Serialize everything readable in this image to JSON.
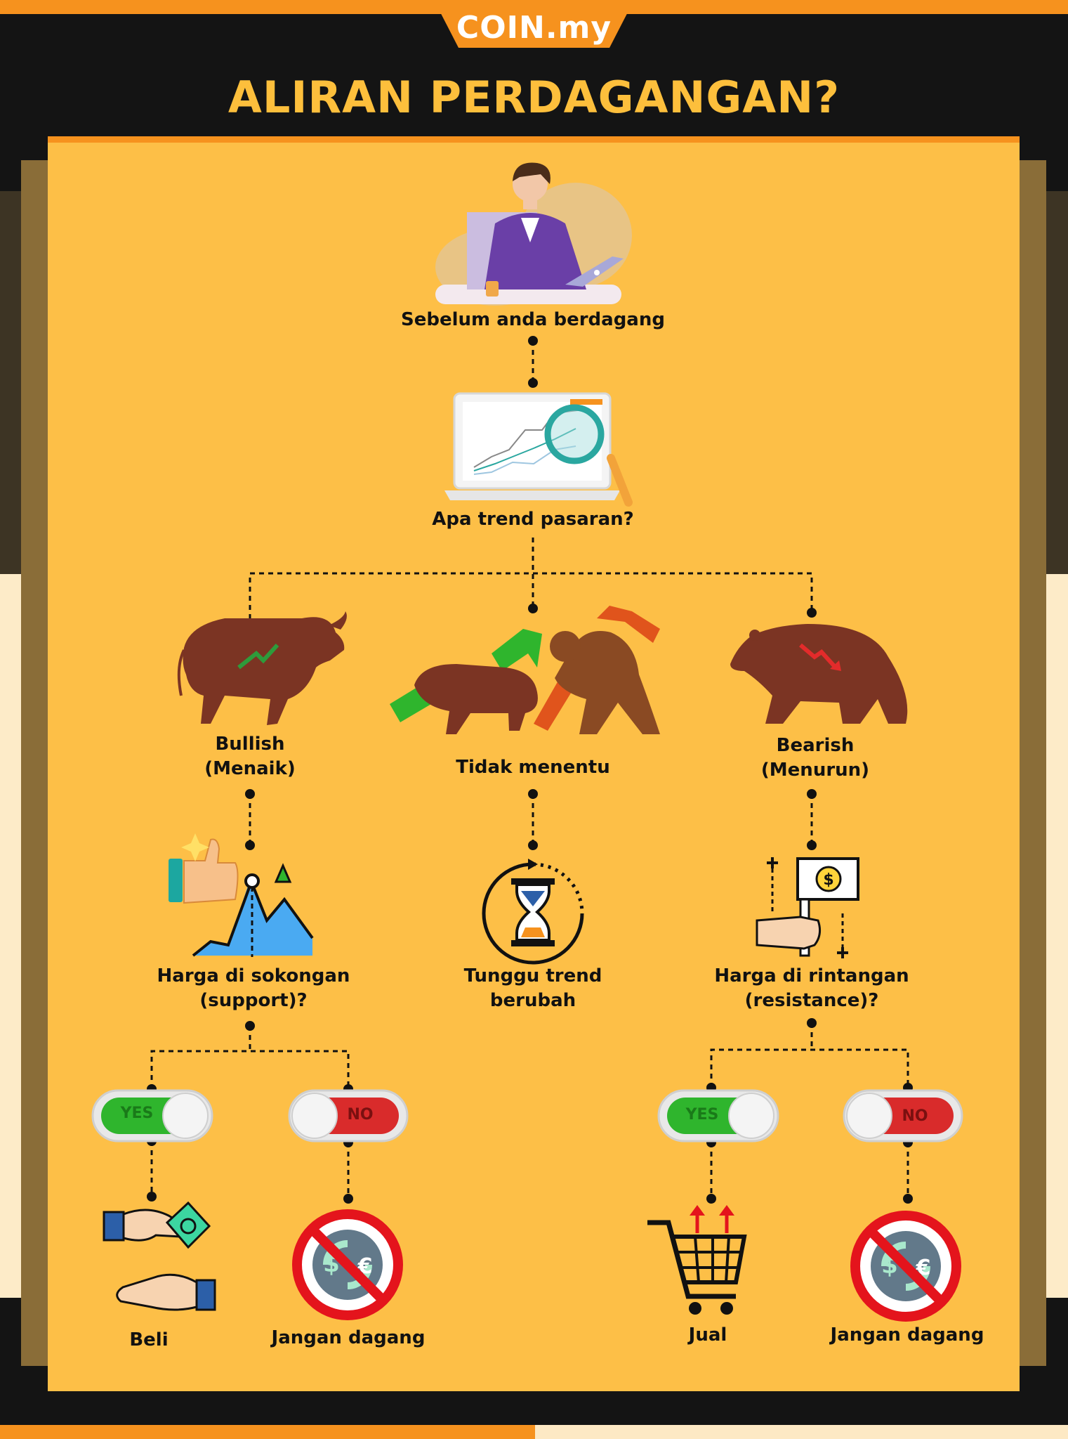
{
  "brand": {
    "logo": "COIN.my"
  },
  "header": {
    "title": "ALIRAN PERDAGANGAN?"
  },
  "colors": {
    "panel": "#fdbf47",
    "accent": "#f6921e",
    "dark": "#141414",
    "title": "#fdbf3c",
    "yes": "#2fb52d",
    "no": "#d92b2b"
  },
  "nodes": {
    "start": {
      "label": "Sebelum anda berdagang",
      "icon": "trader-at-laptop-icon"
    },
    "trend": {
      "label": "Apa trend pasaran?",
      "icon": "laptop-chart-magnifier-icon"
    },
    "bullish": {
      "label": "Bullish\n(Menaik)",
      "icon": "bull-icon"
    },
    "sideways": {
      "label": "Tidak menentu",
      "icon": "bull-vs-bear-icon"
    },
    "bearish": {
      "label": "Bearish\n(Menurun)",
      "icon": "bear-icon"
    },
    "support": {
      "label": "Harga di sokongan\n(support)?",
      "icon": "support-chart-thumbs-up-icon"
    },
    "wait": {
      "label": "Tunggu trend\nberubah",
      "icon": "hourglass-icon"
    },
    "resistance": {
      "label": "Harga di rintangan\n(resistance)?",
      "icon": "resistance-sign-hand-icon"
    },
    "buy": {
      "label": "Beli",
      "icon": "hands-money-icon"
    },
    "no_trade_left": {
      "label": "Jangan dagang",
      "icon": "no-trade-icon"
    },
    "sell": {
      "label": "Jual",
      "icon": "cart-up-arrows-icon"
    },
    "no_trade_right": {
      "label": "Jangan dagang",
      "icon": "no-trade-icon"
    }
  },
  "toggles": {
    "yes": "YES",
    "no": "NO"
  }
}
